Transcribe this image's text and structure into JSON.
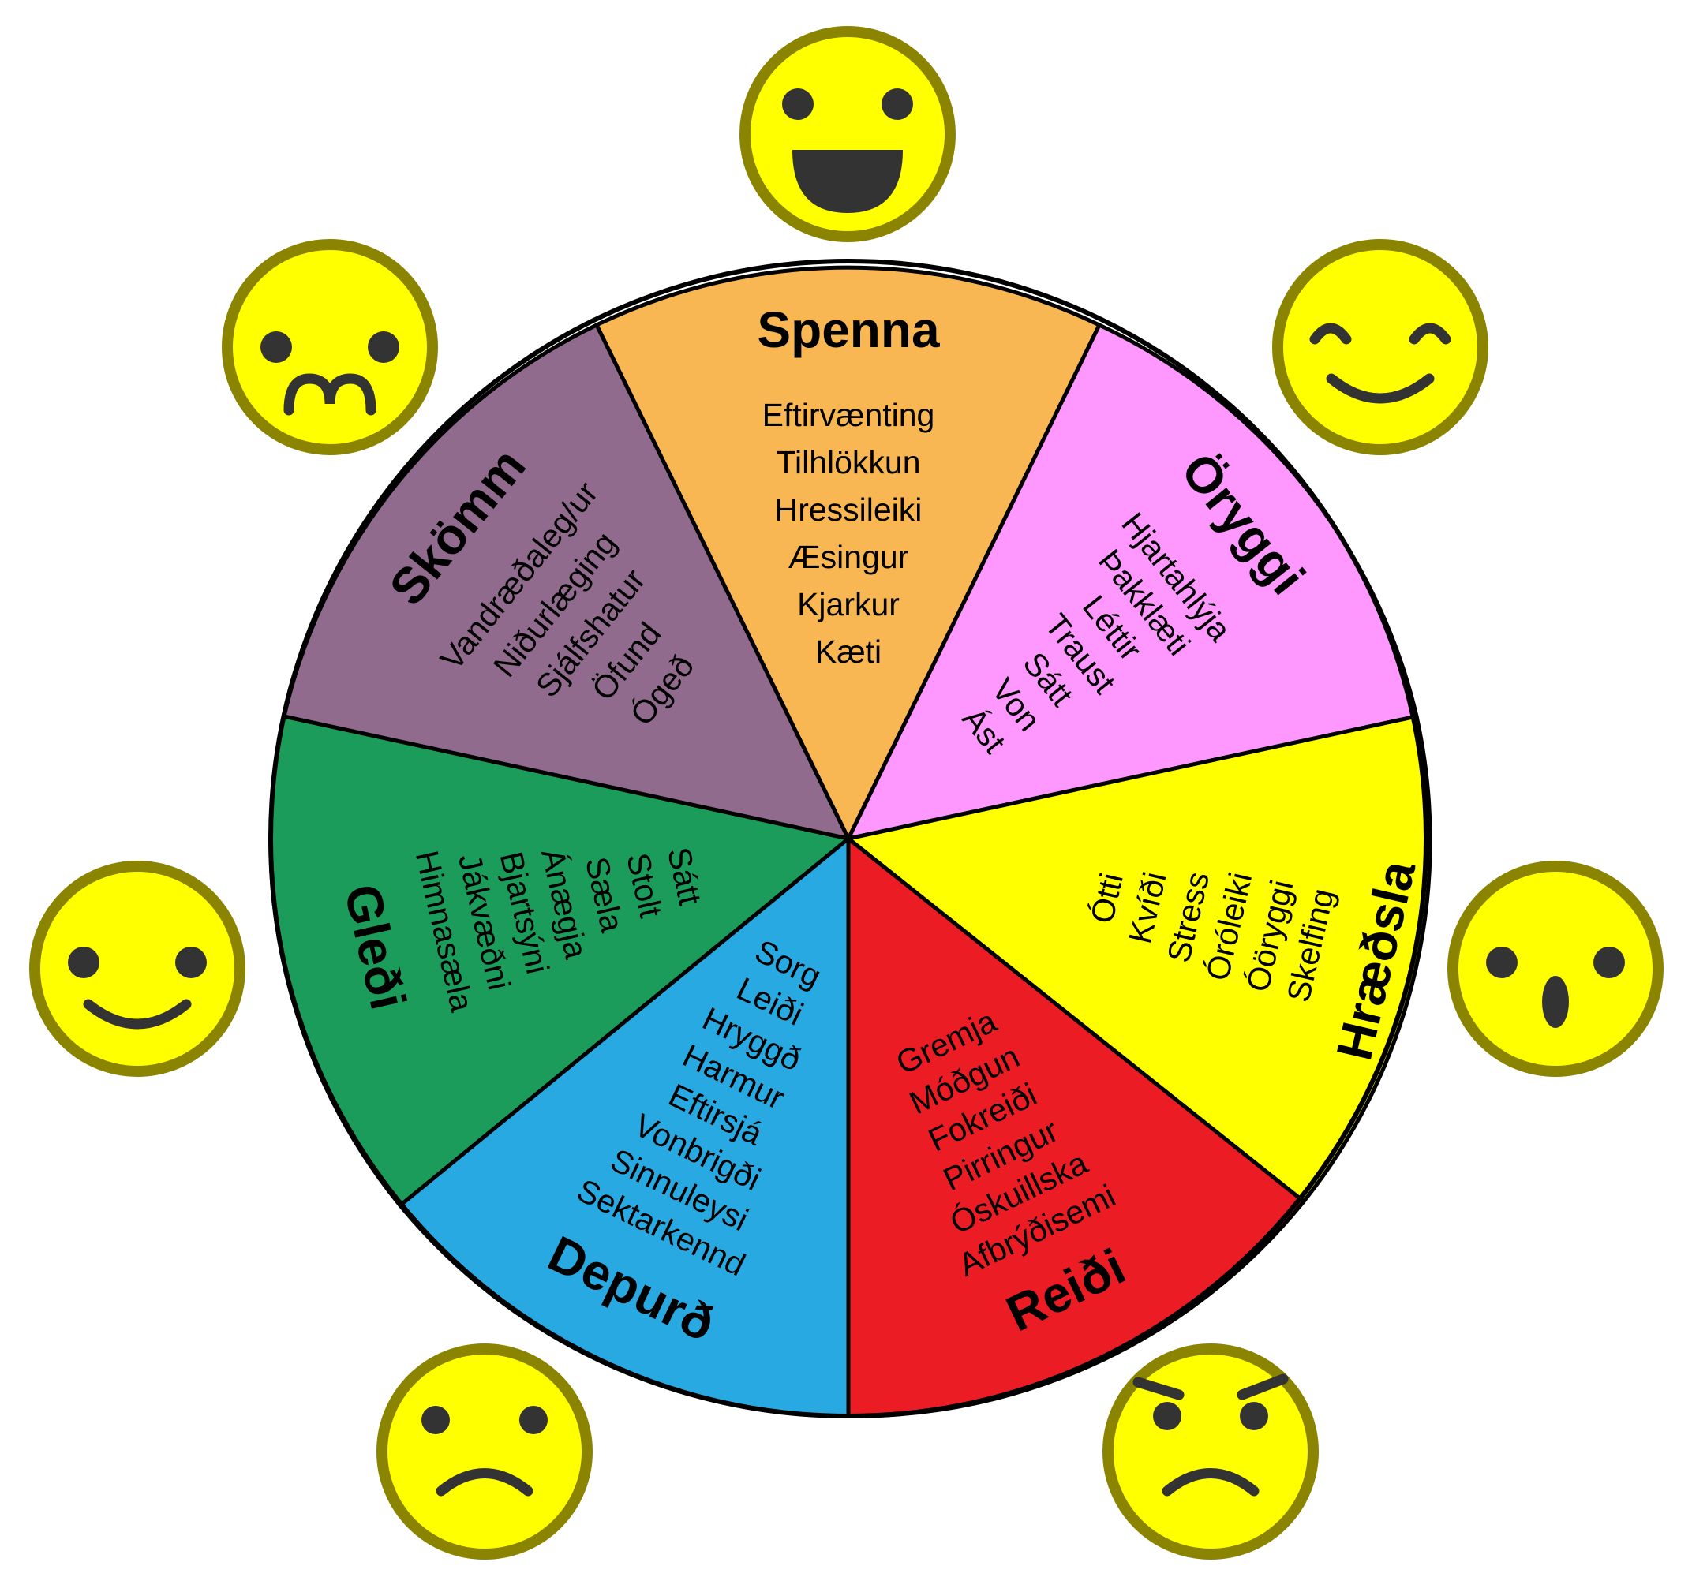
{
  "colors": {
    "spenna": "#f9b753",
    "oryggi": "#fe98fe",
    "hraedsla": "#ffff00",
    "reidi": "#ec1c24",
    "depurd": "#29a9e1",
    "gledi": "#1b9c5a",
    "skomm": "#916b8d",
    "face": "#ffff00",
    "face_ring": "#8a8400",
    "face_feature": "#333333"
  },
  "wheel": {
    "segments": [
      {
        "id": "spenna",
        "title": "Spenna",
        "words": [
          "Eftirvænting",
          "Tilhlökkun",
          "Hressileiki",
          "Æsingur",
          "Kjarkur",
          "Kæti"
        ]
      },
      {
        "id": "oryggi",
        "title": "Öryggi",
        "words": [
          "Hjartahlýja",
          "Þakklæti",
          "Léttir",
          "Traust",
          "Sátt",
          "Von",
          "Ást"
        ]
      },
      {
        "id": "hraedsla",
        "title": "Hræðsla",
        "words": [
          "Ótti",
          "Kvíði",
          "Stress",
          "Óróleiki",
          "Óöryggi",
          "Skelfing"
        ]
      },
      {
        "id": "reidi",
        "title": "Reiði",
        "words": [
          "Gremja",
          "Móðgun",
          "Fokreiði",
          "Pirringur",
          "Óskuillska",
          "Afbrýðisemi"
        ]
      },
      {
        "id": "depurd",
        "title": "Depurð",
        "words": [
          "Sorg",
          "Leiði",
          "Hryggð",
          "Harmur",
          "Eftirsjá",
          "Vonbrigði",
          "Sinnuleysi",
          "Sektarkennd"
        ]
      },
      {
        "id": "gledi",
        "title": "Gleði",
        "words": [
          "Sátt",
          "Stolt",
          "Sæla",
          "Ánægja",
          "Bjartsýni",
          "Jákvæðni",
          "Himnasæla"
        ]
      },
      {
        "id": "skomm",
        "title": "Skömm",
        "words": [
          "Vandræðaleg/ur",
          "Niðurlæging",
          "Sjálfshatur",
          "Öfund",
          "Ógeð"
        ]
      }
    ]
  },
  "faces": [
    {
      "id": "excited",
      "expression": "big-grin-face-icon"
    },
    {
      "id": "content",
      "expression": "closed-eyes-smile-face-icon"
    },
    {
      "id": "surprised",
      "expression": "open-mouth-face-icon"
    },
    {
      "id": "angry",
      "expression": "angry-face-icon"
    },
    {
      "id": "sad",
      "expression": "frown-face-icon"
    },
    {
      "id": "happy",
      "expression": "smile-face-icon"
    },
    {
      "id": "ashamed",
      "expression": "wobbly-mouth-face-icon"
    }
  ]
}
